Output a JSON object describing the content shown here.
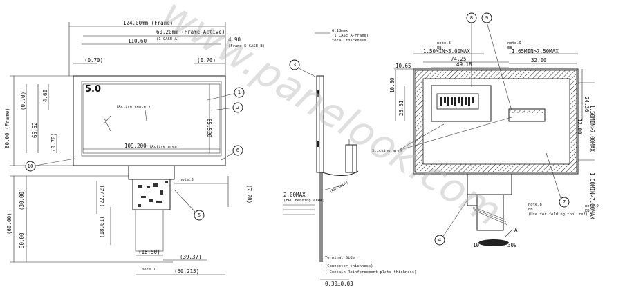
{
  "watermark": "www.panelook.com",
  "front_view": {
    "model_label": "5.0",
    "dim_frame_width": "124.00mm (Frame)",
    "dim_active_width_top": "60.20mm (Frame-Active)",
    "dim_active_offset_top": "110.60",
    "dim_active_right_margin": "4.90",
    "dim_active_right_note": "(Frame-5 CASE B)",
    "dim_frame_note": "(1 CASE A)",
    "dim_left_gap": "(0.70)",
    "dim_right_gap": "(0.70)",
    "dim_active_width": "109.200",
    "dim_active_width_note": "(Active area)",
    "dim_active_height": "65.520",
    "dim_height_frame": "80.00 (Frame)",
    "dim_height_active": "65.52",
    "dim_left_a": "4.60",
    "dim_left_b": "(0.70)",
    "dim_left_c": "(0.70)",
    "active_center": "(Active center)",
    "fpc_note": "note.3",
    "fpc_dim_60": "(60.00)",
    "fpc_dim_30a": "(30.00)",
    "fpc_dim_30b": "30.00",
    "fpc_dim_2272": "(22.72)",
    "fpc_dim_1801": "(18.01)",
    "fpc_dim_1850": "(18.50)",
    "fpc_dim_3937": "(39.37)",
    "fpc_dim_60215": "(60.215)",
    "fpc_dim_728": "(7.28)",
    "note7": "note.7",
    "callouts": [
      "1",
      "2",
      "6",
      "10",
      "5"
    ]
  },
  "side_view": {
    "dim_top": "6.18max",
    "dim_top_note": "(1 CASE A-Frame)",
    "dim_top_note2": "total thickness",
    "dim_mid": "2.00MAX",
    "dim_mid_note": "(FPC bending area)",
    "dim_bend": "(R0.5min)",
    "terminal": "Terminal Side",
    "connector": "(Connector thickness)",
    "contain": "( Contain Reinforcement plate thickness)",
    "dim_bottom": "0.30±0.03",
    "callouts": [
      "3"
    ]
  },
  "rear_view": {
    "note8": "note.8",
    "note8_sub": "EB",
    "note9": "note.9",
    "note9_sub": "EB",
    "dim_top_left": "1.50MIN>3.00MAX",
    "dim_top_right": "1.65MIN>7.50MAX",
    "dim_7425": "74.25",
    "dim_4918": "49.18",
    "dim_3200": "32.00",
    "dim_1065": "10.65",
    "dim_1080": "10.80",
    "dim_2551": "25.51",
    "dim_2436": "24.36",
    "dim_1200": "12.00",
    "dim_right_a": "1.50MIN>7.00MAX",
    "dim_right_b": "1.50MIN>7.00MAX",
    "sticking_area": "Sticking area",
    "note8_bottom": "note.8",
    "note8_bottom_sub": "EB",
    "note8_bottom_text": "(Use for folding tool ref)",
    "label_10": "10",
    "label_309": "309",
    "label_A": "A",
    "callouts": [
      "8",
      "9",
      "7",
      "4"
    ]
  }
}
